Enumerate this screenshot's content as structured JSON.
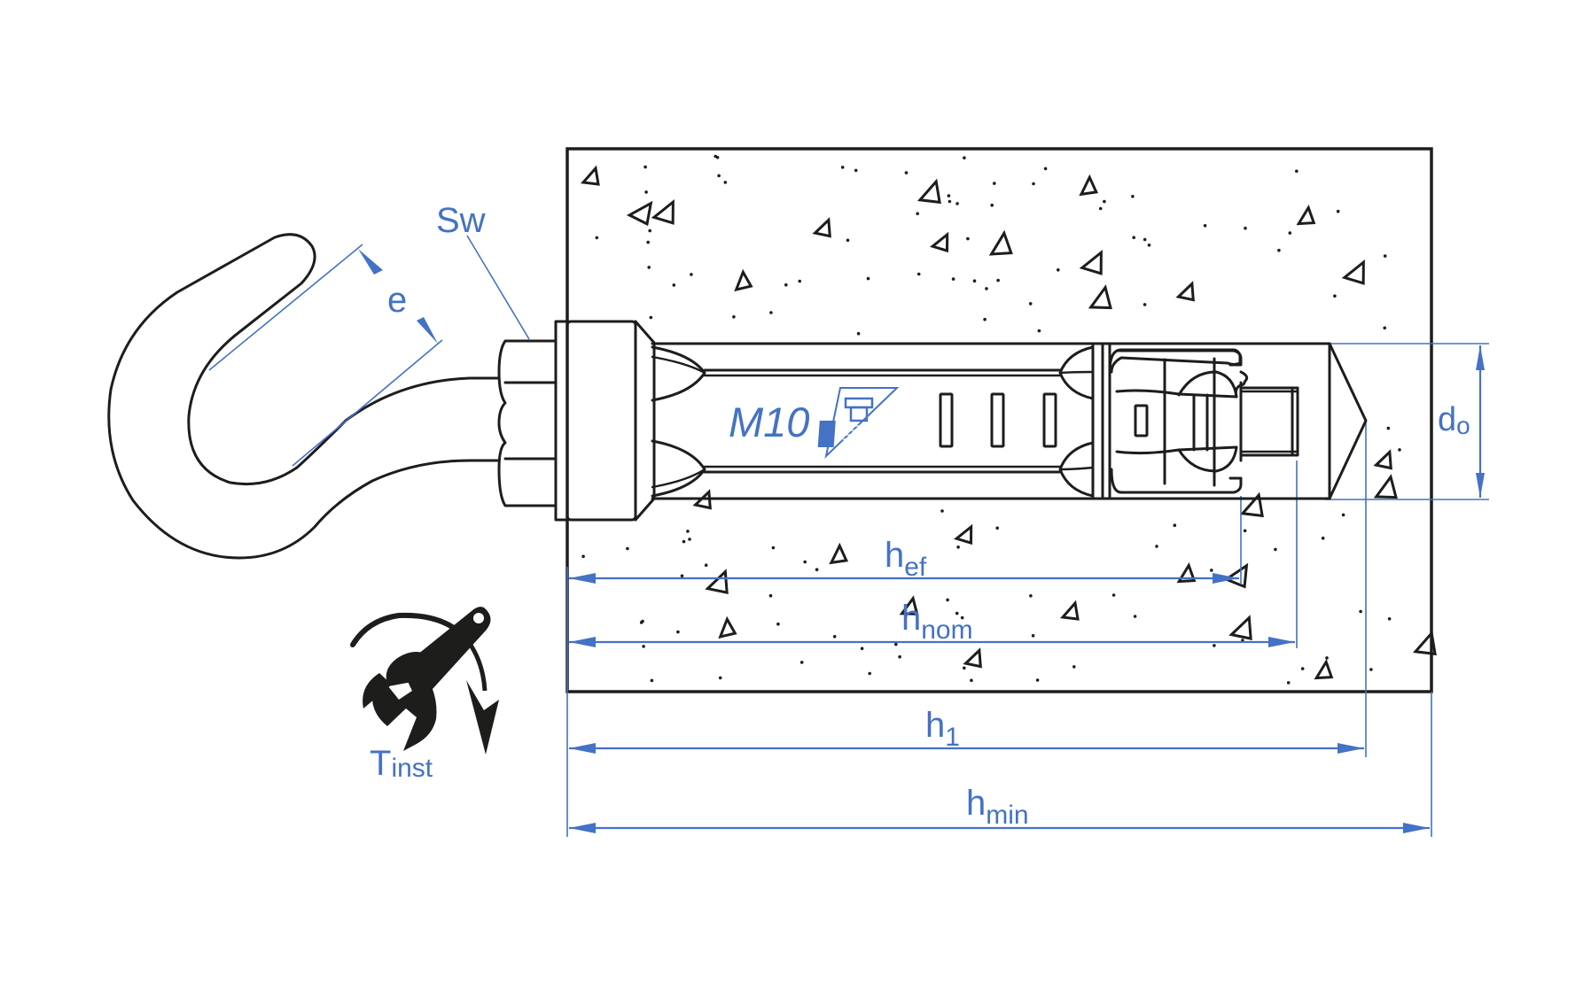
{
  "diagram": {
    "title": "Hook anchor installed in concrete",
    "anchor_size_label": "M10",
    "colors": {
      "line": "#1d1d1b",
      "dimension": "#4472c4",
      "background": "#ffffff"
    },
    "labels": {
      "wrench_size": "Sw",
      "hook_opening": "e",
      "drill_diameter": {
        "main": "d",
        "sub": "o"
      },
      "effective_depth": {
        "main": "h",
        "sub": "ef"
      },
      "nominal_depth": {
        "main": "h",
        "sub": "nom"
      },
      "hole_depth": {
        "main": "h",
        "sub": "1"
      },
      "min_thickness": {
        "main": "h",
        "sub": "min"
      },
      "install_torque": {
        "main": "T",
        "sub": "inst"
      }
    },
    "icons": {
      "wrench": "wrench-torque-icon",
      "bolt_logo": "bolt-logo-icon"
    }
  }
}
